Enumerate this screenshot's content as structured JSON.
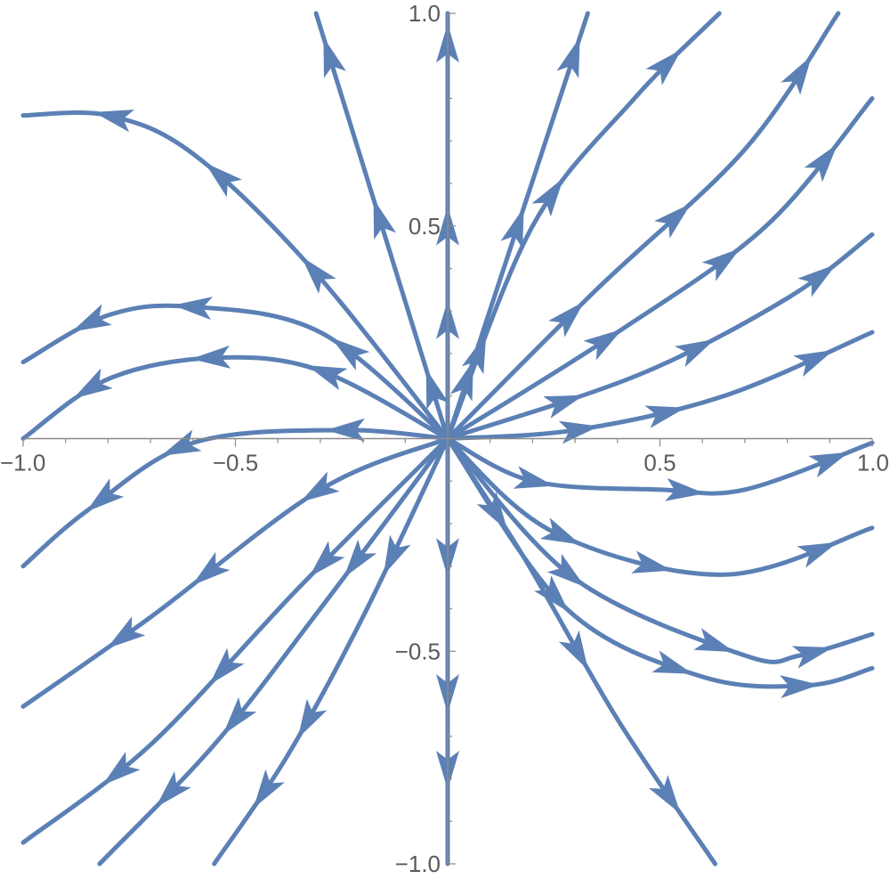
{
  "chart_data": {
    "type": "stream",
    "title": "",
    "xlabel": "",
    "ylabel": "",
    "xlim": [
      -1.0,
      1.0
    ],
    "ylim": [
      -1.0,
      1.0
    ],
    "grid": false,
    "legend": "none",
    "stream_color": "#5b80b5",
    "axis_color": "#8a8a8a",
    "label_color": "#5a5a5a",
    "x_tick_labels": [
      {
        "value": -1.0,
        "label": "−1.0"
      },
      {
        "value": -0.5,
        "label": "−0.5"
      },
      {
        "value": 0.5,
        "label": "0.5"
      },
      {
        "value": 1.0,
        "label": "1.0"
      }
    ],
    "y_tick_labels": [
      {
        "value": 1.0,
        "label": "1.0"
      },
      {
        "value": 0.5,
        "label": "0.5"
      },
      {
        "value": -0.5,
        "label": "−0.5"
      },
      {
        "value": -1.0,
        "label": "−1.0"
      }
    ],
    "minor_tick_step": 0.1,
    "streamlines": [
      {
        "points": [
          [
            0,
            0
          ],
          [
            -0.31,
            1.0
          ]
        ],
        "arrows_at": [
          0.12,
          0.52,
          0.9
        ]
      },
      {
        "points": [
          [
            0,
            0
          ],
          [
            0.0,
            1.0
          ]
        ],
        "arrows_at": [
          0.28,
          0.5,
          0.93
        ]
      },
      {
        "points": [
          [
            0,
            0
          ],
          [
            0.33,
            1.0
          ]
        ],
        "arrows_at": [
          0.14,
          0.5,
          0.9
        ]
      },
      {
        "points": [
          [
            0,
            0
          ],
          [
            0.2,
            0.5
          ],
          [
            0.44,
            0.8
          ],
          [
            0.64,
            1.0
          ]
        ],
        "arrows_at": [
          0.18,
          0.52,
          0.86
        ]
      },
      {
        "points": [
          [
            0,
            0
          ],
          [
            0.35,
            0.35
          ],
          [
            0.7,
            0.68
          ],
          [
            0.92,
            1.0
          ]
        ],
        "arrows_at": [
          0.3,
          0.55,
          0.88
        ]
      },
      {
        "points": [
          [
            0,
            0
          ],
          [
            0.4,
            0.25
          ],
          [
            0.75,
            0.5
          ],
          [
            1.0,
            0.8
          ]
        ],
        "arrows_at": [
          0.34,
          0.6,
          0.86
        ]
      },
      {
        "points": [
          [
            0,
            0
          ],
          [
            0.45,
            0.15
          ],
          [
            0.8,
            0.33
          ],
          [
            1.0,
            0.48
          ]
        ],
        "arrows_at": [
          0.26,
          0.56,
          0.86
        ]
      },
      {
        "points": [
          [
            0,
            0
          ],
          [
            0.3,
            0.02
          ],
          [
            0.65,
            0.1
          ],
          [
            1.0,
            0.25
          ]
        ],
        "arrows_at": [
          0.3,
          0.5,
          0.86
        ]
      },
      {
        "points": [
          [
            0,
            0
          ],
          [
            0.2,
            -0.1
          ],
          [
            0.5,
            -0.12
          ],
          [
            0.7,
            -0.12
          ],
          [
            1.0,
            -0.01
          ]
        ],
        "arrows_at": [
          0.22,
          0.56,
          0.9
        ]
      },
      {
        "points": [
          [
            0,
            0
          ],
          [
            0.25,
            -0.22
          ],
          [
            0.65,
            -0.32
          ],
          [
            1.0,
            -0.21
          ]
        ],
        "arrows_at": [
          0.32,
          0.52,
          0.88
        ]
      },
      {
        "points": [
          [
            0,
            0
          ],
          [
            0.3,
            -0.33
          ],
          [
            0.7,
            -0.51
          ],
          [
            0.83,
            -0.51
          ],
          [
            1.0,
            -0.46
          ]
        ],
        "arrows_at": [
          0.36,
          0.68,
          0.88
        ]
      },
      {
        "points": [
          [
            0,
            0
          ],
          [
            0.28,
            -0.4
          ],
          [
            0.6,
            -0.56
          ],
          [
            0.85,
            -0.58
          ],
          [
            1.0,
            -0.54
          ]
        ],
        "arrows_at": [
          0.36,
          0.62,
          0.86
        ]
      },
      {
        "points": [
          [
            0,
            0
          ],
          [
            0.18,
            -0.28
          ],
          [
            0.4,
            -0.66
          ],
          [
            0.63,
            -1.0
          ]
        ],
        "arrows_at": [
          0.18,
          0.5,
          0.84
        ]
      },
      {
        "points": [
          [
            0,
            0
          ],
          [
            0.0,
            -1.0
          ]
        ],
        "arrows_at": [
          0.28,
          0.6,
          0.78
        ]
      },
      {
        "points": [
          [
            0,
            0
          ],
          [
            -0.2,
            -0.42
          ],
          [
            -0.38,
            -0.75
          ],
          [
            -0.55,
            -1.0
          ]
        ],
        "arrows_at": [
          0.27,
          0.65,
          0.82
        ]
      },
      {
        "points": [
          [
            0,
            0
          ],
          [
            -0.3,
            -0.4
          ],
          [
            -0.55,
            -0.72
          ],
          [
            -0.82,
            -1.0
          ]
        ],
        "arrows_at": [
          0.28,
          0.64,
          0.82
        ]
      },
      {
        "points": [
          [
            0,
            0
          ],
          [
            -0.35,
            -0.35
          ],
          [
            -0.7,
            -0.72
          ],
          [
            -1.0,
            -0.95
          ]
        ],
        "arrows_at": [
          0.3,
          0.55,
          0.8
        ]
      },
      {
        "points": [
          [
            0,
            0
          ],
          [
            -0.3,
            -0.12
          ],
          [
            -0.7,
            -0.42
          ],
          [
            -1.0,
            -0.63
          ]
        ],
        "arrows_at": [
          0.28,
          0.55,
          0.76
        ]
      },
      {
        "points": [
          [
            0,
            0
          ],
          [
            -0.25,
            0.02
          ],
          [
            -0.6,
            -0.01
          ],
          [
            -0.85,
            -0.17
          ],
          [
            -1.0,
            -0.3
          ]
        ],
        "arrows_at": [
          0.22,
          0.58,
          0.78
        ]
      },
      {
        "points": [
          [
            0,
            0
          ],
          [
            -0.3,
            0.16
          ],
          [
            -0.55,
            0.19
          ],
          [
            -0.8,
            0.14
          ],
          [
            -1.0,
            0.0
          ]
        ],
        "arrows_at": [
          0.3,
          0.55,
          0.82
        ]
      },
      {
        "points": [
          [
            0,
            0
          ],
          [
            -0.3,
            0.25
          ],
          [
            -0.6,
            0.31
          ],
          [
            -0.8,
            0.29
          ],
          [
            -1.0,
            0.18
          ]
        ],
        "arrows_at": [
          0.28,
          0.62,
          0.84
        ]
      },
      {
        "points": [
          [
            0,
            0
          ],
          [
            -0.32,
            0.4
          ],
          [
            -0.6,
            0.67
          ],
          [
            -0.8,
            0.76
          ],
          [
            -1.0,
            0.76
          ]
        ],
        "arrows_at": [
          0.38,
          0.62,
          0.84
        ]
      }
    ]
  }
}
